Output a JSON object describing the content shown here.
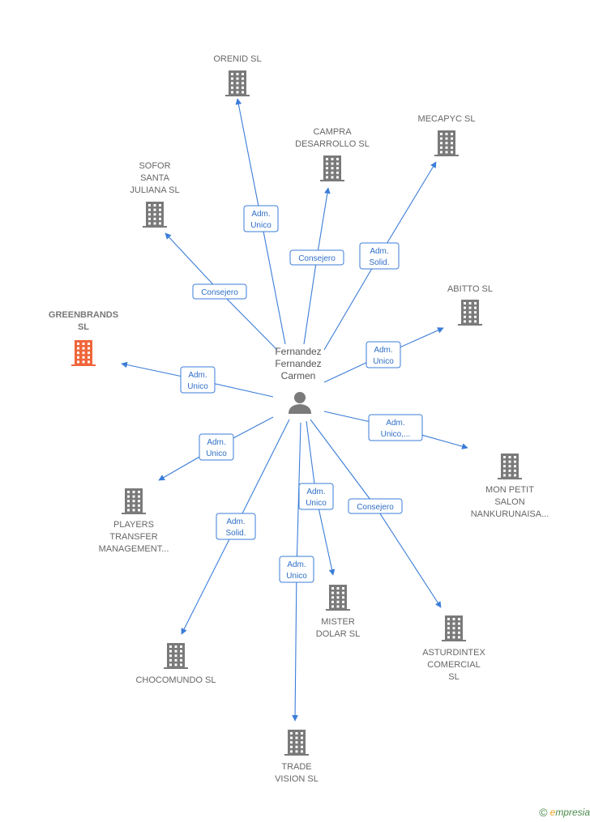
{
  "center": {
    "label_lines": [
      "Fernandez",
      "Fernandez",
      "Carmen"
    ]
  },
  "nodes": [
    {
      "id": "orenid",
      "lines": [
        "ORENID  SL"
      ],
      "highlight": false
    },
    {
      "id": "campra",
      "lines": [
        "CAMPRA",
        "DESARROLLO SL"
      ],
      "highlight": false
    },
    {
      "id": "mecapyc",
      "lines": [
        "MECAPYC  SL"
      ],
      "highlight": false
    },
    {
      "id": "sofor",
      "lines": [
        "SOFOR",
        "SANTA",
        "JULIANA  SL"
      ],
      "highlight": false
    },
    {
      "id": "abitto",
      "lines": [
        "ABITTO  SL"
      ],
      "highlight": false
    },
    {
      "id": "greenbrands",
      "lines": [
        "GREENBRANDS",
        "SL"
      ],
      "highlight": true
    },
    {
      "id": "monpetit",
      "lines": [
        "MON PETIT",
        "SALON",
        "NANKURUNAISA..."
      ],
      "highlight": false
    },
    {
      "id": "players",
      "lines": [
        "PLAYERS",
        "TRANSFER",
        "MANAGEMENT..."
      ],
      "highlight": false
    },
    {
      "id": "mister",
      "lines": [
        "MISTER",
        "DOLAR SL"
      ],
      "highlight": false
    },
    {
      "id": "asturdintex",
      "lines": [
        "ASTURDINTEX",
        "COMERCIAL",
        "SL"
      ],
      "highlight": false
    },
    {
      "id": "chocomundo",
      "lines": [
        "CHOCOMUNDO SL"
      ],
      "highlight": false
    },
    {
      "id": "trade",
      "lines": [
        "TRADE",
        "VISION  SL"
      ],
      "highlight": false
    }
  ],
  "edges": [
    {
      "to": "orenid",
      "role_lines": [
        "Adm.",
        "Unico"
      ]
    },
    {
      "to": "campra",
      "role_lines": [
        "Consejero"
      ]
    },
    {
      "to": "mecapyc",
      "role_lines": [
        "Adm.",
        "Solid."
      ]
    },
    {
      "to": "sofor",
      "role_lines": [
        "Consejero"
      ]
    },
    {
      "to": "abitto",
      "role_lines": [
        "Adm.",
        "Unico"
      ]
    },
    {
      "to": "greenbrands",
      "role_lines": [
        "Adm.",
        "Unico"
      ]
    },
    {
      "to": "monpetit",
      "role_lines": [
        "Adm.",
        "Unico,..."
      ]
    },
    {
      "to": "players",
      "role_lines": [
        "Adm.",
        "Unico"
      ]
    },
    {
      "to": "mister",
      "role_lines": [
        "Adm.",
        "Unico"
      ]
    },
    {
      "to": "asturdintex",
      "role_lines": [
        "Consejero"
      ]
    },
    {
      "to": "chocomundo",
      "role_lines": [
        "Adm.",
        "Solid."
      ]
    },
    {
      "to": "trade",
      "role_lines": [
        "Adm.",
        "Unico"
      ]
    }
  ],
  "footer": {
    "copyright_symbol": "©",
    "brand_first": "e",
    "brand_rest": "mpresia"
  }
}
